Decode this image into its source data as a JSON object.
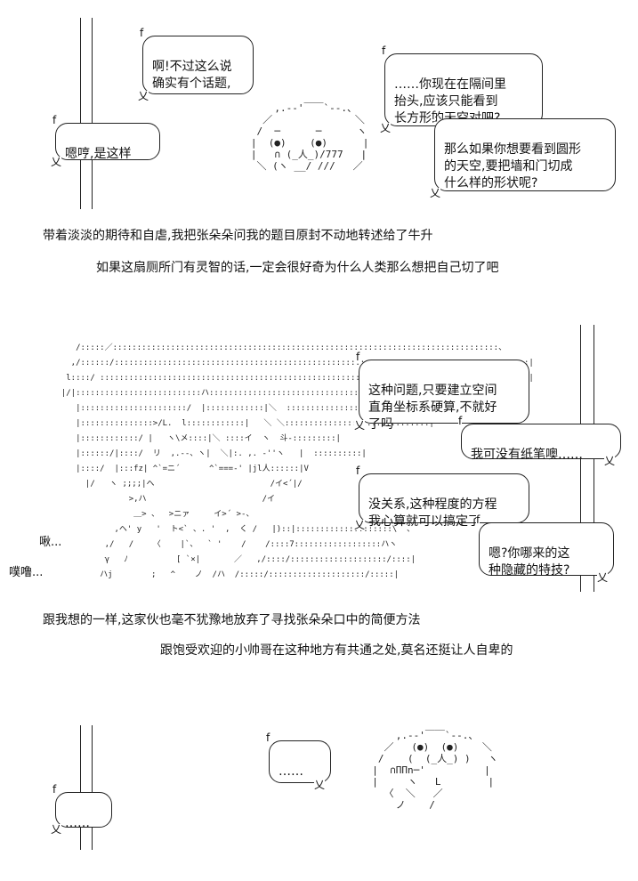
{
  "panel1": {
    "bubble_a": "啊!不过这么说\n确实有个话题,",
    "bubble_b": "嗯哼,是这样",
    "bubble_c": "……你现在在隔间里\n抬头,应该只能看到\n长方形的天空对吧?",
    "bubble_d": "那么如果你想要看到圆形\n的天空,要把墙和门切成\n什么样的形状呢?",
    "narration_1": "带着淡淡的期待和自虐,我把张朵朵问我的题目原封不动地转述给了牛升",
    "narration_2": "如果这扇厕所门有灵智的话,一定会很好奇为什么人类那么想把自己切了吧"
  },
  "panel2": {
    "bubble_a": "这种问题,只要建立空间\n直角坐标系硬算,不就好\n了吗",
    "bubble_b": "我可没有纸笔噢……",
    "bubble_c": "没关系,这种程度的方程\n我心算就可以搞定了",
    "bubble_d": "嗯?你哪来的这\n种隐藏的特技?",
    "sfx_1": "啾...",
    "sfx_2": "噗噜...",
    "narration_1": "跟我想的一样,这家伙也毫不犹豫地放弃了寻找张朵朵口中的简便方法",
    "narration_2": "跟饱受欢迎的小帅哥在这种地方有共通之处,莫名还挺让人自卑的"
  },
  "panel3": {
    "bubble_a": "……",
    "bubble_b": "……"
  },
  "art": {
    "face1": "       ,.-‐'￣￣`‐-.、\n     ／              ＼\n    /  ─      ─      ヽ\n   |  (●)    (●)      |\n   |   ∩ (_人_)/777   |\n    ＼ (ヽ __/ ///   ／",
    "face2": "      ,.-‐'￣￣`‐-.、\n    ／   (●)  (●)    ＼\n   /    (  (_人_) )   ヽ\n  |  ∩ΠΠn─'          |\n  |     ヽ   L        |\n    〈  ＼   ／\n      ノ    /",
    "person": "     /:::::／::::::::::::::::::::::::::::::::::::::::::::::::::::::::::::::::::::::::::::::::、\n    ,/::::::/::::::::::::::::::::::::::::::::::::::::::::::::::::::::::::::::::::::::::::::::::::::|\n   l::::/ :::::::::::::::::::::::::::::::::::::::::::::::::::::::::::::::::::::::::::::::::::::::::|\n  |/|::::::::::::::::::::::::::ハ:::::::::::::::::::::::::::::::::::::::::::::::::::::::::::::::::|\n     |::::::::::::::::::::::/  |::::::::::::|＼  ::::::::::::::::::::::::::::::::::::::|\n     |:::::::::::::::>/L.  l::::::::::::|   ＼ ＼::::::::::::::::::::::::::::::|\n     |::::::::::::/ |   ヽ\\メ::::|＼ ::::イ  ヽ  斗‐:::::::::|\n     |::::::/|::::/  リ  ,.‐-、ヽ|  ＼|:. ,. ‐''ヽ   |  ::::::::::|\n     |::::/  |:::fz| ^`=ニ´      ^`===‐' |jl人::::::|V\n       |/   ヽ ;;;;|ヘ                        /イ<´|/\n                >,ハ                        /イ\n                 ＿> 、  >ニァ     イ>´ >‐、\n             ,ヘ' y   '  ト<` 、. '  ,  く /   |)::|::::::::::::::::::::\\  、\n           ,/   /    〈    |`、  ` '    /    /::::7::::::::::::::::::ハヽ\n           γ   ﾉ          [ `×|       ／   ,/::::/::::::::::::::::::::/::::|\n          ハj        ;   ^    ノ  /ハ  /:::::/::::::::::::::::::::/:::::|"
  }
}
